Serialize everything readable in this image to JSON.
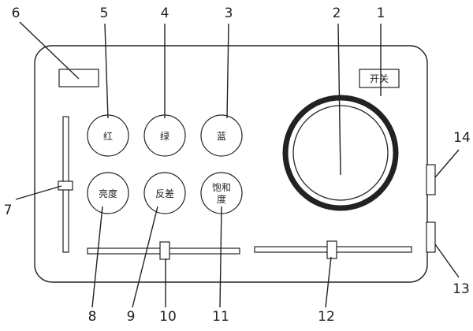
{
  "callouts": {
    "n1": "1",
    "n2": "2",
    "n3": "3",
    "n4": "4",
    "n5": "5",
    "n6": "6",
    "n7": "7",
    "n8": "8",
    "n9": "9",
    "n10": "10",
    "n11": "11",
    "n12": "12",
    "n13": "13",
    "n14": "14"
  },
  "panel": {
    "power_label": "开关",
    "buttons": {
      "red": "红",
      "green": "绿",
      "blue": "蓝",
      "brightness": "亮度",
      "contrast": "反差",
      "saturation_line1": "饱和",
      "saturation_line2": "度"
    }
  },
  "colors": {
    "stroke": "#222222",
    "background": "#ffffff"
  }
}
